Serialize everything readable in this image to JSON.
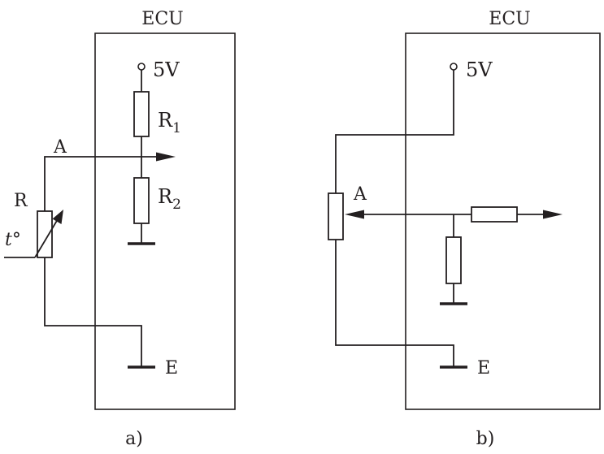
{
  "diagram_a": {
    "ecu_label": "ECU",
    "supply_label": "5V",
    "r1_main": "R",
    "r1_sub": "1",
    "r2_main": "R",
    "r2_sub": "2",
    "node_label": "A",
    "sensor_label": "R",
    "temp_label": "t°",
    "ground_label": "E",
    "caption": "a)"
  },
  "diagram_b": {
    "ecu_label": "ECU",
    "supply_label": "5V",
    "node_label": "A",
    "ground_label": "E",
    "caption": "b)"
  }
}
